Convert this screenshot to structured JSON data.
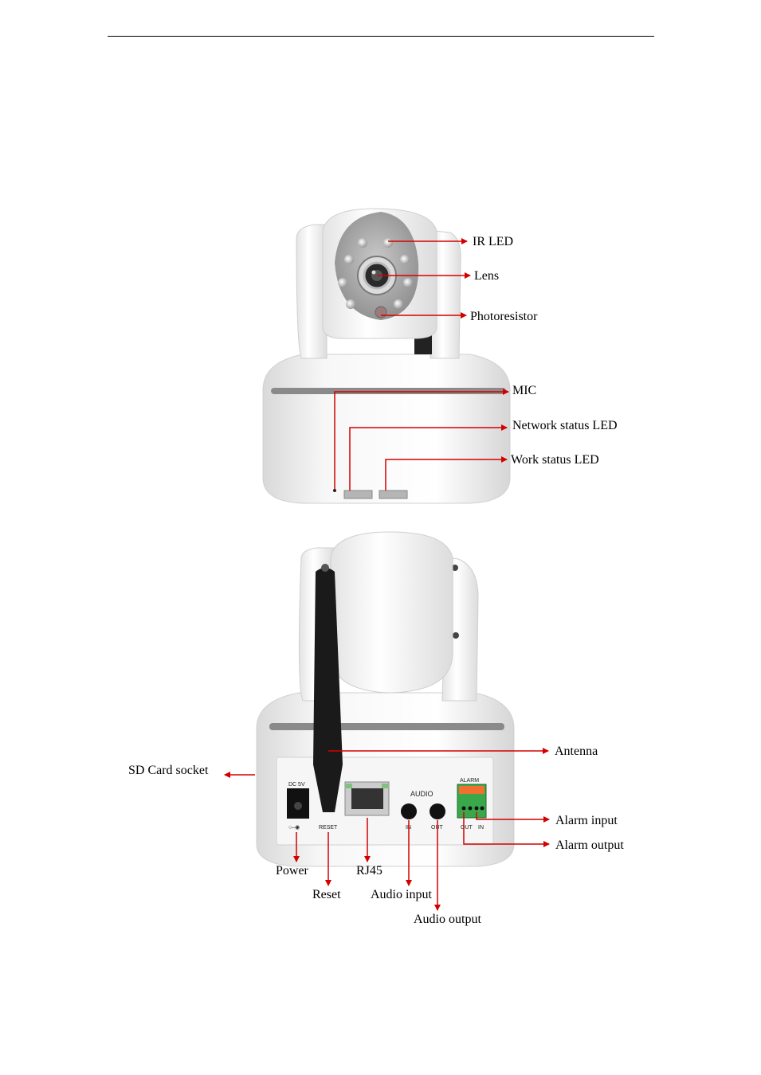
{
  "front_labels": {
    "ir_led": "IR LED",
    "lens": "Lens",
    "photoresistor": "Photoresistor",
    "mic": "MIC",
    "network_led": "Network status LED",
    "work_led": "Work status LED"
  },
  "back_labels": {
    "antenna": "Antenna",
    "sd_card": "SD Card socket",
    "alarm_input": "Alarm input",
    "alarm_output": "Alarm output",
    "power": "Power",
    "reset": "Reset",
    "rj45": "RJ45",
    "audio_input": "Audio input",
    "audio_output": "Audio output"
  },
  "panel_text": {
    "dc": "DC 5V",
    "reset": "RESET",
    "audio": "AUDIO",
    "in": "IN",
    "out": "OUT",
    "alarm": "ALARM",
    "alarm_out": "OUT",
    "alarm_in": "IN"
  },
  "colors": {
    "arrow": "#d40000",
    "body": "#f2f2f2",
    "trim": "#8a8a8a"
  }
}
